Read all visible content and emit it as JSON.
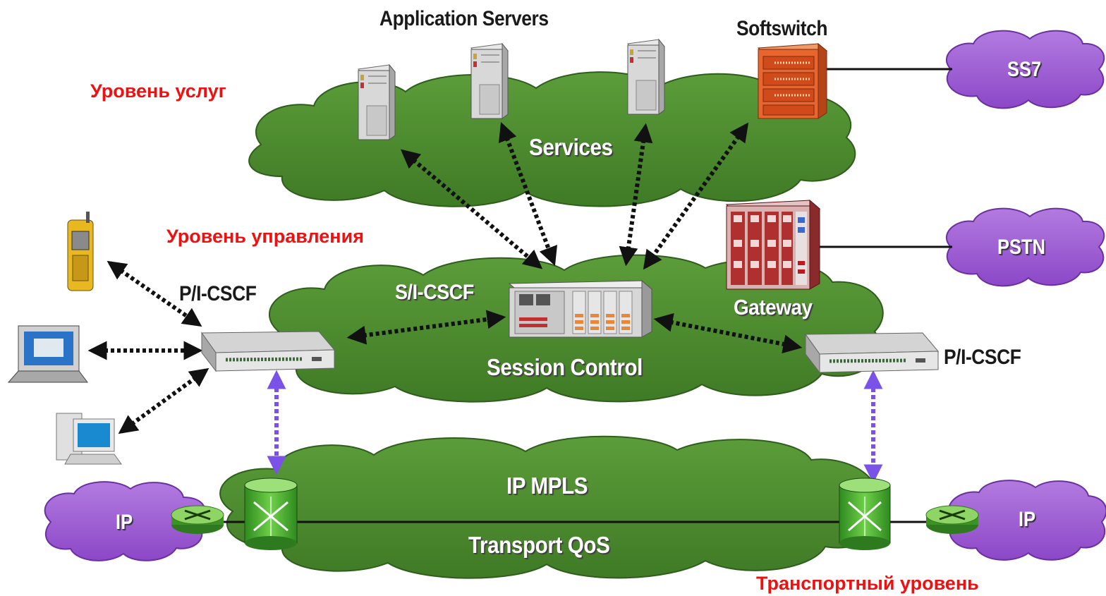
{
  "levels": {
    "services": "Уровень услуг",
    "control": "Уровень управления",
    "transport": "Транспортный уровень"
  },
  "labels": {
    "app_servers": "Application Servers",
    "softswitch": "Softswitch",
    "services_cloud": "Services",
    "s_i_cscf": "S/I-CSCF",
    "p_i_cscf_left": "P/I-CSCF",
    "p_i_cscf_right": "P/I-CSCF",
    "gateway": "Gateway",
    "session_control": "Session Control",
    "ip_mpls": "IP MPLS",
    "transport_qos": "Transport QoS",
    "ss7": "SS7",
    "pstn": "PSTN",
    "ip_left": "IP",
    "ip_right": "IP"
  },
  "colors": {
    "green_cloud": "#4a8a2e",
    "purple_cloud": "#9b59d0",
    "level_text": "#ee1111",
    "purple_link": "#7b52e8",
    "black_link": "#111111"
  }
}
